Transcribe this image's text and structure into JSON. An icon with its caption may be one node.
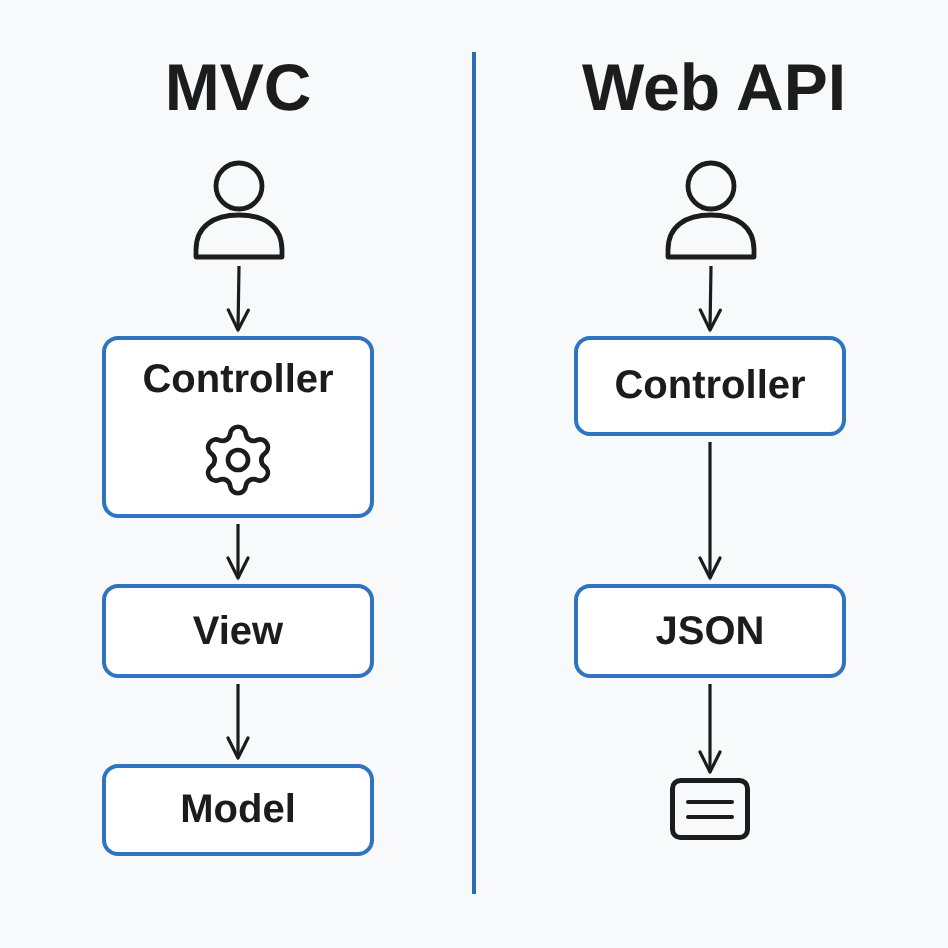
{
  "diagram": {
    "nodes": [
      {
        "text": [],
        "shape": "person"
      },
      {
        "text": [
          "Controller"
        ]
      },
      {
        "text": [
          "View"
        ]
      },
      {
        "text": [
          "Model"
        ]
      },
      {
        "text": [],
        "shape": "person"
      },
      {
        "text": [
          "Controller"
        ]
      },
      {
        "text": [
          "JSON"
        ]
      },
      {
        "text": [],
        "shape": "document"
      }
    ],
    "edges": [
      {
        "from": 0,
        "to": 1,
        "arrow": "to"
      },
      {
        "from": 1,
        "to": 2,
        "arrow": "to"
      },
      {
        "from": 2,
        "to": 3,
        "arrow": "to"
      },
      {
        "from": 4,
        "to": 5,
        "arrow": "to"
      },
      {
        "from": 5,
        "to": 6,
        "arrow": "to"
      },
      {
        "from": 6,
        "to": 7,
        "arrow": "to"
      }
    ],
    "labels": [
      "MVC",
      "Web API"
    ]
  }
}
